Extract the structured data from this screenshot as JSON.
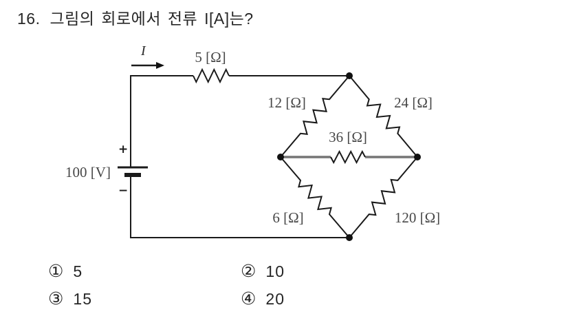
{
  "question": {
    "number": "16.",
    "text": "그림의 회로에서 전류 I[A]는?"
  },
  "circuit": {
    "current_arrow_label": "I",
    "source_label": "100 [V]",
    "source_plus": "+",
    "source_minus": "−",
    "resistors": {
      "series": "5 [Ω]",
      "bridge_top_left": "12 [Ω]",
      "bridge_top_right": "24 [Ω]",
      "bridge_middle": "36 [Ω]",
      "bridge_bottom_left": "6 [Ω]",
      "bridge_bottom_right": "120 [Ω]"
    }
  },
  "choices": [
    {
      "marker": "①",
      "value": "5"
    },
    {
      "marker": "②",
      "value": "10"
    },
    {
      "marker": "③",
      "value": "15"
    },
    {
      "marker": "④",
      "value": "20"
    }
  ],
  "colors": {
    "wire": "#1a1a1a",
    "bridge_mid_wire": "#757575",
    "circuit_label": "#474747",
    "text": "#262626"
  }
}
